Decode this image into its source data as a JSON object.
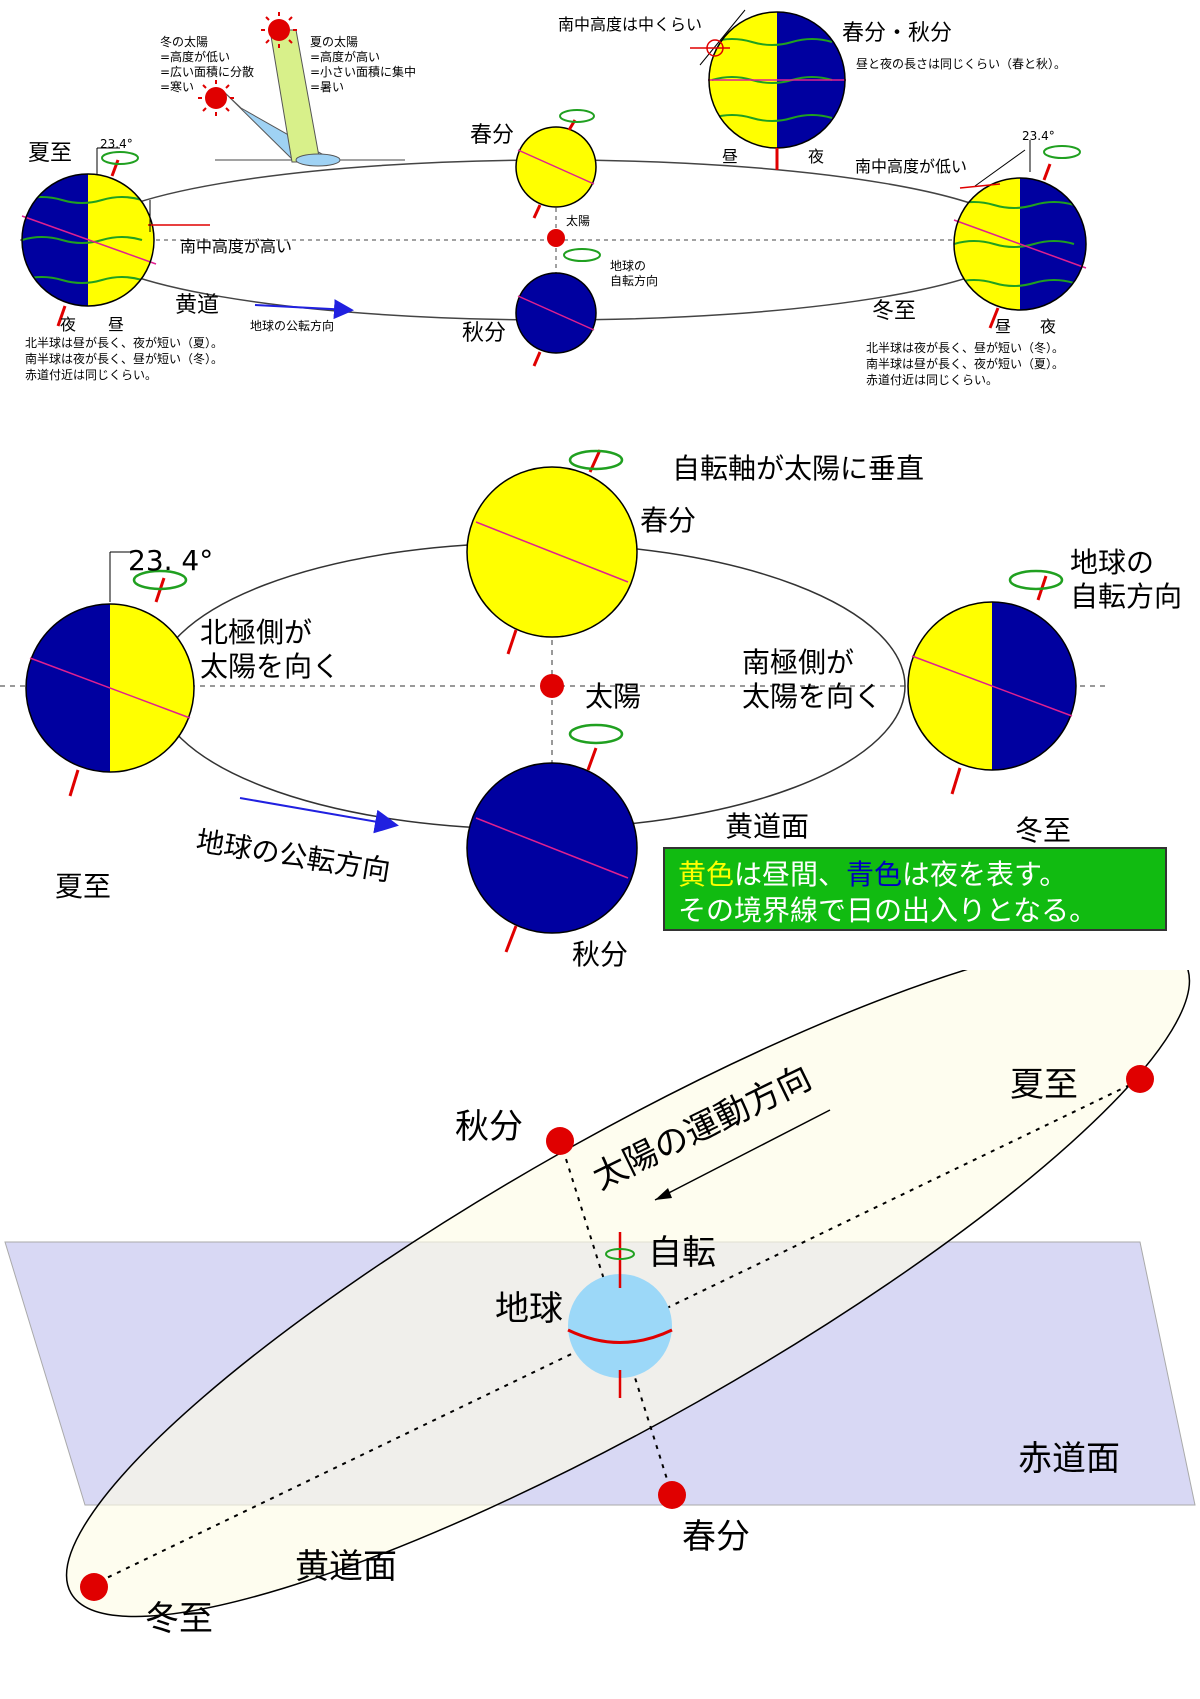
{
  "colors": {
    "day": "#ffff00",
    "night": "#0000a0",
    "sun": "#e00000",
    "axis": "#e00000",
    "green": "#20a020",
    "eq_plane": "#d8d8f4",
    "ecliptic_fill": "#fdfce6",
    "earth_light": "#9cd8f8",
    "legend_bg": "#11bb11"
  },
  "d1": {
    "winter_sun": [
      "冬の太陽",
      "=高度が低い",
      "=広い面積に分散",
      "=寒い"
    ],
    "summer_sun": [
      "夏の太陽",
      "=高度が高い",
      "=小さい面積に集中",
      "=暑い"
    ],
    "summer_solstice": "夏至",
    "angle_left": "23.4°",
    "angle_right": "23.4°",
    "high_altitude": "南中高度が高い",
    "low_altitude": "南中高度が低い",
    "mid_altitude": "南中高度は中くらい",
    "spring": "春分",
    "autumn": "秋分",
    "winter_solstice": "冬至",
    "sun": "太陽",
    "rotation": [
      "地球の",
      "自転方向"
    ],
    "ecliptic": "黄道",
    "revolution": "地球の公転方向",
    "night_l": "夜",
    "day_l": "昼",
    "day_r": "昼",
    "night_r": "夜",
    "left_notes": [
      "北半球は昼が長く、夜が短い（夏）。",
      "南半球は夜が長く、昼が短い（冬）。",
      "赤道付近は同じくらい。"
    ],
    "right_notes": [
      "北半球は夜が長く、昼が短い（冬）。",
      "南半球は昼が長く、夜が短い（夏）。",
      "赤道付近は同じくらい。"
    ],
    "equinox_title": "春分・秋分",
    "equinox_note": "昼と夜の長さは同じくらい（春と秋）。",
    "eq_day": "昼",
    "eq_night": "夜"
  },
  "d2": {
    "axis_perp": "自転軸が太陽に垂直",
    "spring": "春分",
    "angle": "23. 4°",
    "rotation": [
      "地球の",
      "自転方向"
    ],
    "north_faces": [
      "北極側が",
      "太陽を向く"
    ],
    "south_faces": [
      "南極側が",
      "太陽を向く"
    ],
    "sun": "太陽",
    "summer": "夏至",
    "winter": "冬至",
    "autumn": "秋分",
    "ecliptic_plane": "黄道面",
    "revolution": "地球の公転方向",
    "legend_line1_a": "黄色",
    "legend_line1_b": "は昼間、",
    "legend_line1_c": "青色",
    "legend_line1_d": "は夜を表す。",
    "legend_line2": "その境界線で日の出入りとなる。"
  },
  "d3": {
    "sun_motion": "太陽の運動方向",
    "summer": "夏至",
    "autumn": "秋分",
    "rotation": "自転",
    "earth": "地球",
    "equator_plane": "赤道面",
    "spring": "春分",
    "ecliptic_plane": "黄道面",
    "winter": "冬至"
  }
}
